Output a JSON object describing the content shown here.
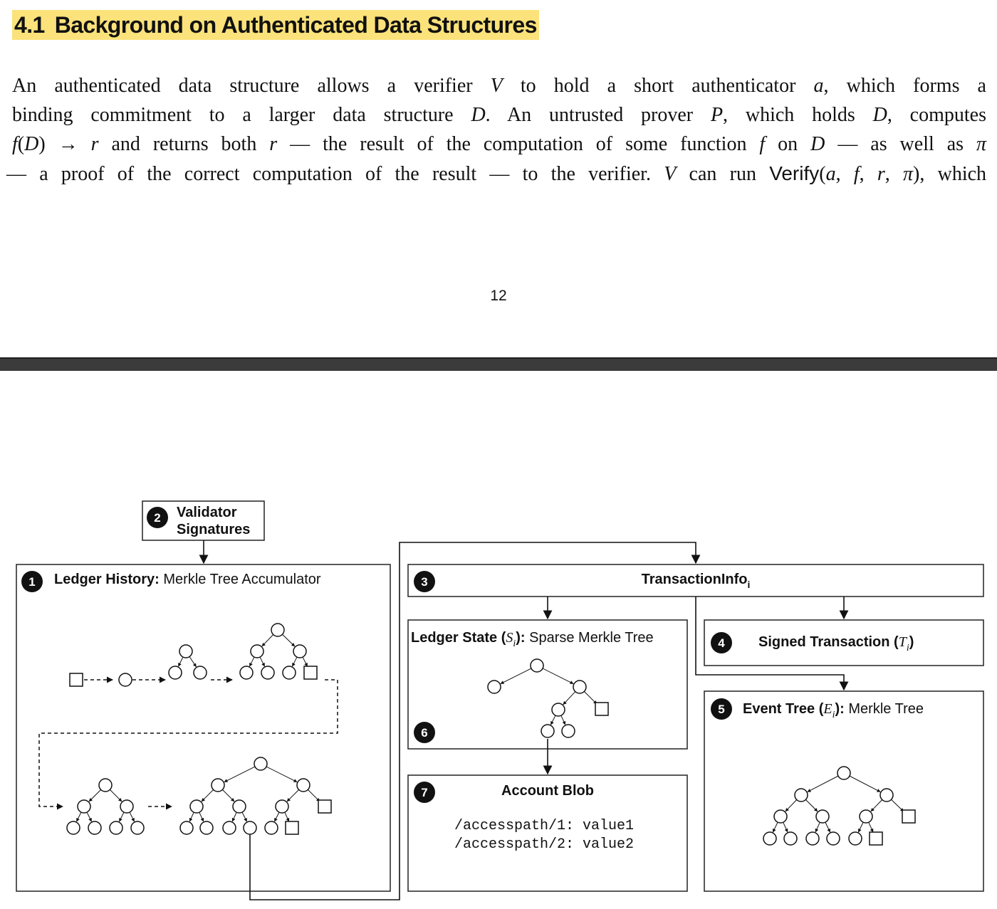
{
  "section": {
    "number": "4.1",
    "title": "Background on Authenticated Data Structures"
  },
  "paragraph_lines": [
    [
      {
        "t": "An authenticated data structure allows a verifier "
      },
      {
        "t": "V",
        "m": true
      },
      {
        "t": " to hold a short authenticator "
      },
      {
        "t": "a",
        "m": true
      },
      {
        "t": ", which forms a"
      }
    ],
    [
      {
        "t": "binding commitment to a larger data structure "
      },
      {
        "t": "D",
        "m": true
      },
      {
        "t": ". An untrusted prover "
      },
      {
        "t": "P",
        "m": true
      },
      {
        "t": ", which holds "
      },
      {
        "t": "D",
        "m": true
      },
      {
        "t": ", computes"
      }
    ],
    [
      {
        "t": "f",
        "m": true
      },
      {
        "t": "("
      },
      {
        "t": "D",
        "m": true
      },
      {
        "t": ") → "
      },
      {
        "t": "r",
        "m": true
      },
      {
        "t": " and returns both "
      },
      {
        "t": "r",
        "m": true
      },
      {
        "t": " — the result of the computation of some function "
      },
      {
        "t": "f",
        "m": true
      },
      {
        "t": " on "
      },
      {
        "t": "D",
        "m": true
      },
      {
        "t": " — as well as "
      },
      {
        "t": "π",
        "m": true
      }
    ],
    [
      {
        "t": "— a proof of the correct computation of the result — to the verifier. "
      },
      {
        "t": "V",
        "m": true
      },
      {
        "t": " can run "
      },
      {
        "t": "Verify",
        "sf": true
      },
      {
        "t": "("
      },
      {
        "t": "a",
        "m": true
      },
      {
        "t": ", "
      },
      {
        "t": "f",
        "m": true
      },
      {
        "t": ", "
      },
      {
        "t": "r",
        "m": true
      },
      {
        "t": ", "
      },
      {
        "t": "π",
        "m": true
      },
      {
        "t": "), which"
      }
    ]
  ],
  "page_number": "12",
  "figure": {
    "validator_signatures": {
      "badge": "2",
      "line1": "Validator",
      "line2": "Signatures"
    },
    "ledger_history": {
      "badge": "1",
      "bold": "Ledger History:",
      "rest": " Merkle Tree Accumulator"
    },
    "transaction_info": {
      "badge": "3",
      "label": "TransactionInfo",
      "subscript": "i"
    },
    "ledger_state": {
      "bold": "Ledger State (",
      "var": "S",
      "sub": "i",
      "close": "):",
      "rest": " Sparse Merkle Tree",
      "badge": "6"
    },
    "signed_transaction": {
      "badge": "4",
      "label": "Signed Transaction (",
      "var": "T",
      "sub": "i",
      "close": ")"
    },
    "event_tree": {
      "badge": "5",
      "bold": "Event Tree (",
      "var": "E",
      "sub": "i",
      "close": "):",
      "rest": " Merkle Tree"
    },
    "account_blob": {
      "badge": "7",
      "title": "Account Blob",
      "entries": [
        "/accesspath/1: value1",
        "/accesspath/2: value2"
      ]
    }
  }
}
